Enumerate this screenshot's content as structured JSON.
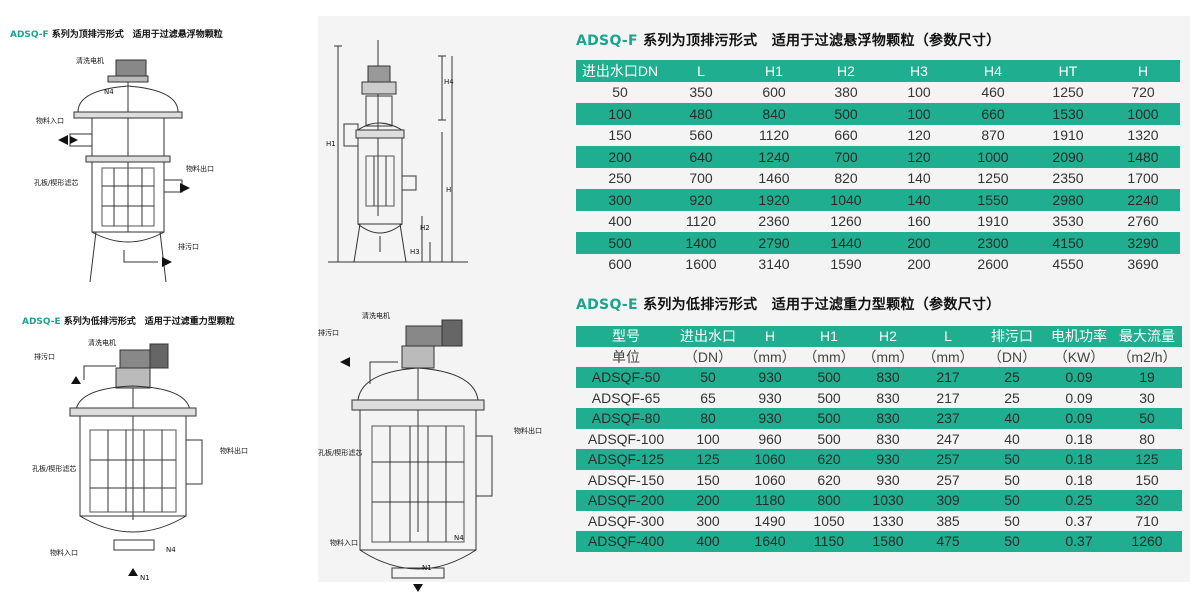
{
  "left": {
    "f_header": {
      "code": "ADSQ-F",
      "desc": "系列为顶排污形式　适用于过滤悬浮物颗粒"
    },
    "e_header": {
      "code": "ADSQ-E",
      "desc": "系列为低排污形式　适用于过滤重力型颗粒"
    },
    "f_labels": {
      "motor": "清洗电机",
      "n4": "N4",
      "inlet": "物料入口",
      "outlet": "物料出口",
      "filter": "孔板/楔形滤芯",
      "drain": "排污口"
    },
    "e_labels": {
      "motor": "清洗电机",
      "drain": "排污口",
      "outlet": "物料出口",
      "filter": "孔板/楔形滤芯",
      "inlet": "物料入口",
      "n4": "N4",
      "n1": "N1"
    }
  },
  "middle": {
    "dims": {
      "h4": "H4",
      "h1": "H1",
      "h": "H",
      "h2": "H2",
      "h3": "H3"
    },
    "e_labels": {
      "motor": "清洗电机",
      "drain": "排污口",
      "outlet": "物料出口",
      "filter": "孔板/楔形滤芯",
      "inlet": "物料入口",
      "n4": "N4",
      "n1": "N1"
    }
  },
  "table_f": {
    "title_code": "ADSQ-F",
    "title_desc": "系列为顶排污形式　适用于过滤悬浮物颗粒（参数尺寸）",
    "headers": [
      "进出水口DN",
      "L",
      "H1",
      "H2",
      "H3",
      "H4",
      "HT",
      "H"
    ],
    "rows": [
      [
        "50",
        "350",
        "600",
        "380",
        "100",
        "460",
        "1250",
        "720"
      ],
      [
        "100",
        "480",
        "840",
        "500",
        "100",
        "660",
        "1530",
        "1000"
      ],
      [
        "150",
        "560",
        "1120",
        "660",
        "120",
        "870",
        "1910",
        "1320"
      ],
      [
        "200",
        "640",
        "1240",
        "700",
        "120",
        "1000",
        "2090",
        "1480"
      ],
      [
        "250",
        "700",
        "1460",
        "820",
        "140",
        "1250",
        "2350",
        "1700"
      ],
      [
        "300",
        "920",
        "1920",
        "1040",
        "140",
        "1550",
        "2980",
        "2240"
      ],
      [
        "400",
        "1120",
        "2360",
        "1260",
        "160",
        "1910",
        "3530",
        "2760"
      ],
      [
        "500",
        "1400",
        "2790",
        "1440",
        "200",
        "2300",
        "4150",
        "3290"
      ],
      [
        "600",
        "1600",
        "3140",
        "1590",
        "200",
        "2600",
        "4550",
        "3690"
      ]
    ]
  },
  "table_e": {
    "title_code": "ADSQ-E",
    "title_desc": "系列为低排污形式　适用于过滤重力型颗粒（参数尺寸）",
    "headers": [
      "型号",
      "进出水口",
      "H",
      "H1",
      "H2",
      "L",
      "排污口",
      "电机功率",
      "最大流量"
    ],
    "units": [
      "单位",
      "（DN）",
      "（mm）",
      "（mm）",
      "（mm）",
      "（mm）",
      "（DN）",
      "（KW）",
      "（m2/h）"
    ],
    "rows": [
      [
        "ADSQF-50",
        "50",
        "930",
        "500",
        "830",
        "217",
        "25",
        "0.09",
        "19"
      ],
      [
        "ADSQF-65",
        "65",
        "930",
        "500",
        "830",
        "217",
        "25",
        "0.09",
        "30"
      ],
      [
        "ADSQF-80",
        "80",
        "930",
        "500",
        "830",
        "237",
        "40",
        "0.09",
        "50"
      ],
      [
        "ADSQF-100",
        "100",
        "960",
        "500",
        "830",
        "247",
        "40",
        "0.18",
        "80"
      ],
      [
        "ADSQF-125",
        "125",
        "1060",
        "620",
        "930",
        "257",
        "50",
        "0.18",
        "125"
      ],
      [
        "ADSQF-150",
        "150",
        "1060",
        "620",
        "930",
        "257",
        "50",
        "0.18",
        "150"
      ],
      [
        "ADSQF-200",
        "200",
        "1180",
        "800",
        "1030",
        "309",
        "50",
        "0.25",
        "320"
      ],
      [
        "ADSQF-300",
        "300",
        "1490",
        "1050",
        "1330",
        "385",
        "50",
        "0.37",
        "710"
      ],
      [
        "ADSQF-400",
        "400",
        "1640",
        "1150",
        "1580",
        "475",
        "50",
        "0.37",
        "1260"
      ]
    ]
  },
  "colors": {
    "accent": "#1fae8f",
    "title": "#1aa58e",
    "panel": "#f4f4f4"
  }
}
